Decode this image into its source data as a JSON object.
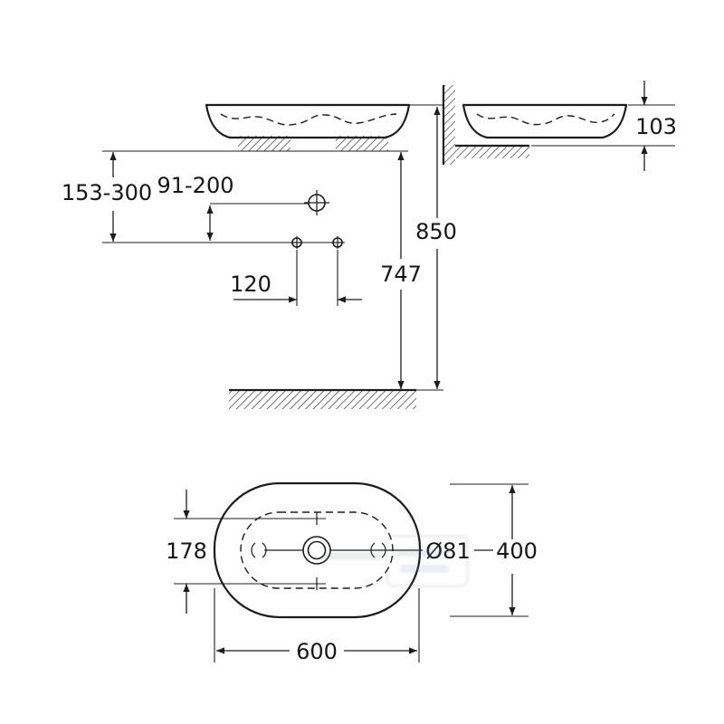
{
  "front_view": {
    "supply_height_range": "153-300",
    "faucet_height_range": "91-200",
    "hole_spacing": "120",
    "rim_bottom_height": "747",
    "total_height": "850",
    "basin_height": "103"
  },
  "top_view": {
    "inner_depth": "178",
    "drain_diameter": "Ø81",
    "basin_depth": "400",
    "basin_width": "600"
  }
}
